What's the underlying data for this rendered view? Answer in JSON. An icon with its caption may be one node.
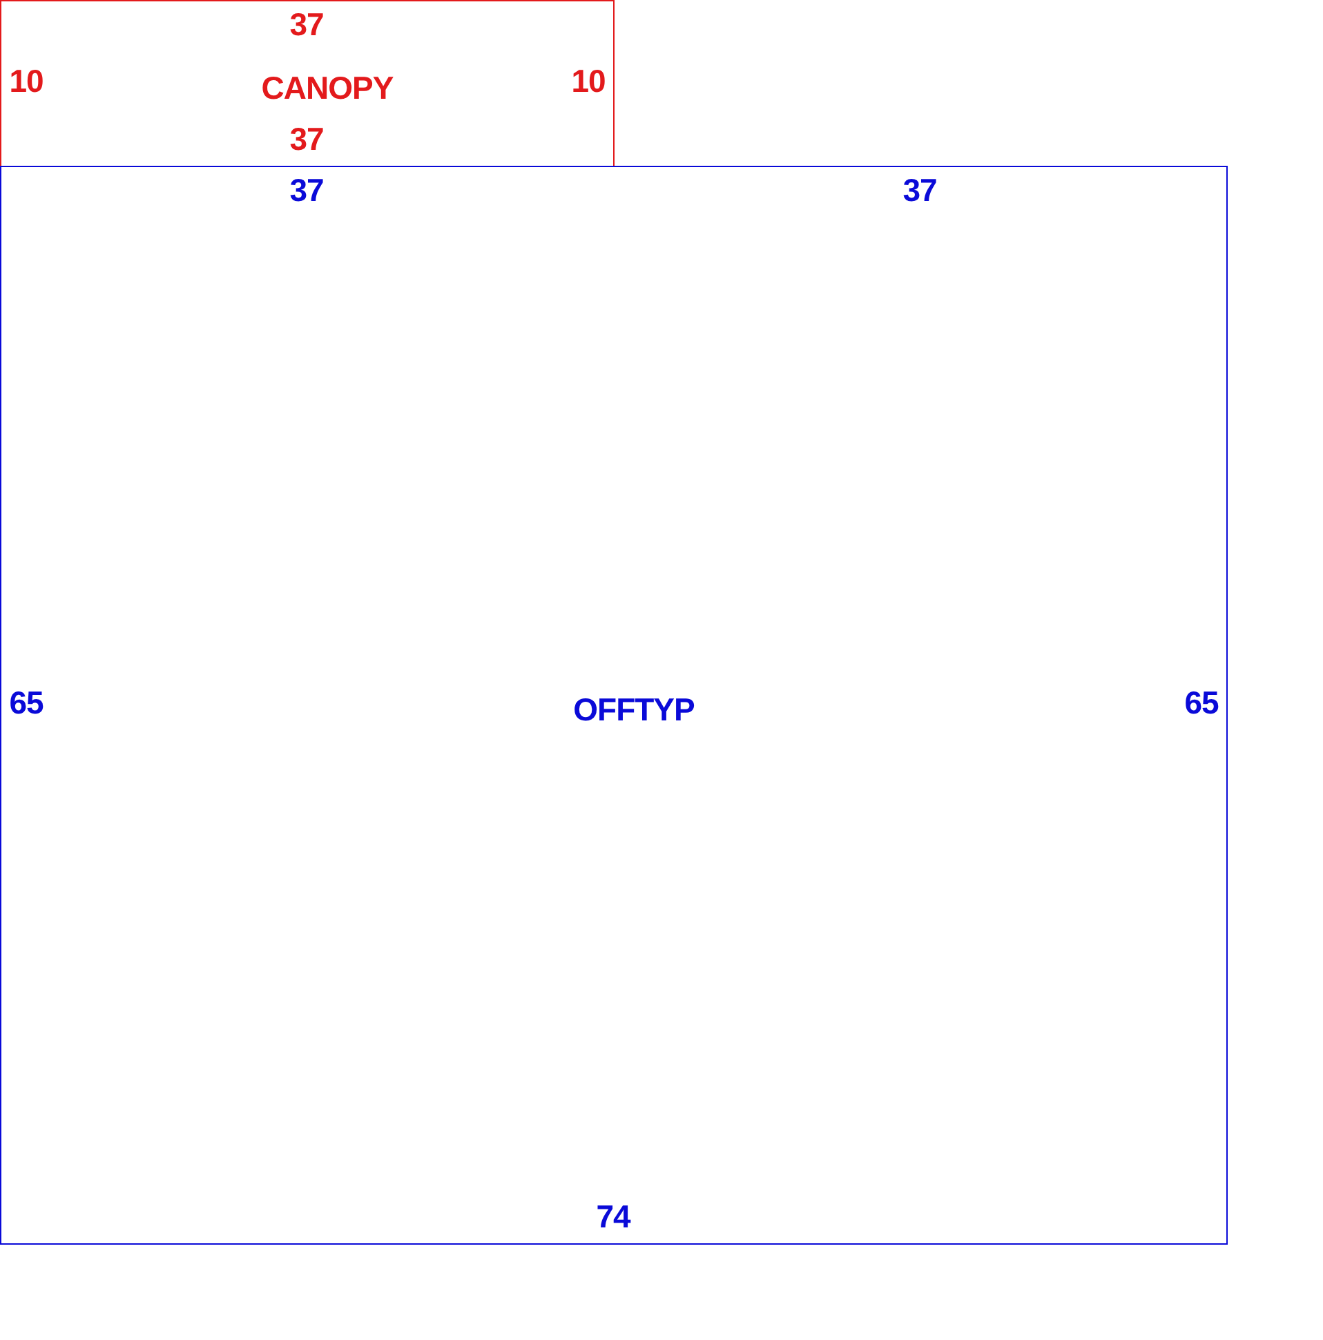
{
  "diagram": {
    "nodes": [
      {
        "text": [
          "37",
          "10",
          "CANOPY",
          "10",
          "37"
        ]
      },
      {
        "text": [
          "37",
          "37",
          "65",
          "OFFTYP",
          "65",
          "74"
        ]
      }
    ]
  }
}
